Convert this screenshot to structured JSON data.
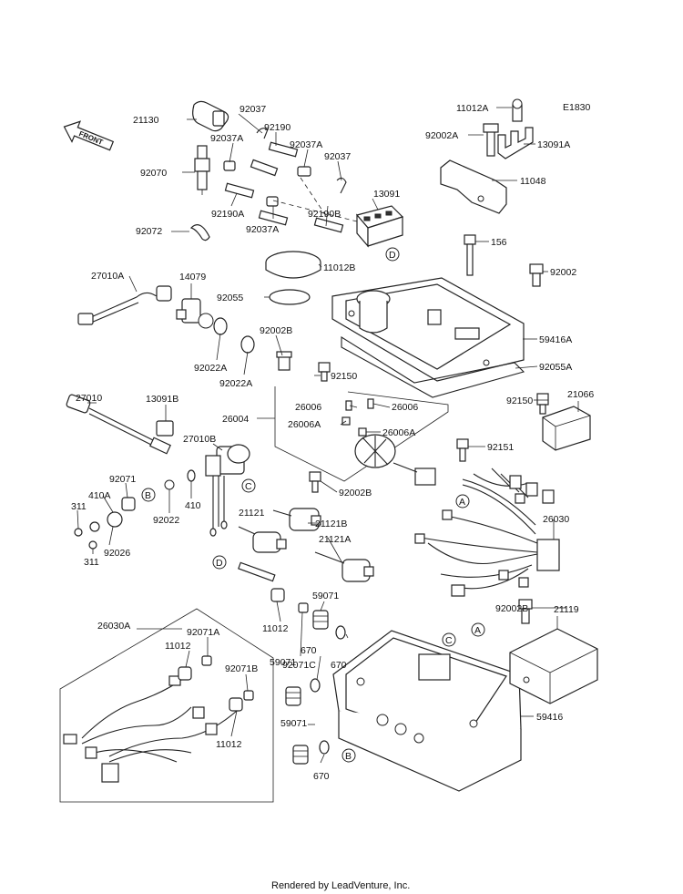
{
  "diagram_code": "E1830",
  "direction_label": "FRONT",
  "footer": "Rendered by LeadVenture, Inc.",
  "part_labels": [
    "21130",
    "92037",
    "92190",
    "92037A",
    "92037A",
    "92037",
    "92070",
    "13091",
    "92072",
    "92190A",
    "92037A",
    "92190B",
    "11012A",
    "92002A",
    "13091A",
    "11048",
    "156",
    "27010A",
    "14079",
    "11012B",
    "92055",
    "92002",
    "92002B",
    "92022A",
    "92022A",
    "59416A",
    "92150",
    "92055A",
    "27010",
    "13091B",
    "26006",
    "26006",
    "26004",
    "26006A",
    "26006A",
    "92150",
    "21066",
    "27010B",
    "92151",
    "92071",
    "410A",
    "311",
    "311",
    "92026",
    "92022",
    "410",
    "92002B",
    "21121",
    "21121B",
    "21121A",
    "26030",
    "11012",
    "59071",
    "92071C",
    "670",
    "670",
    "92002B",
    "21119",
    "26030A",
    "92071A",
    "11012",
    "92071B",
    "11012",
    "59071",
    "59071",
    "670",
    "59416"
  ],
  "callouts": [
    "D",
    "C",
    "D",
    "A",
    "C",
    "B",
    "A",
    "B"
  ]
}
